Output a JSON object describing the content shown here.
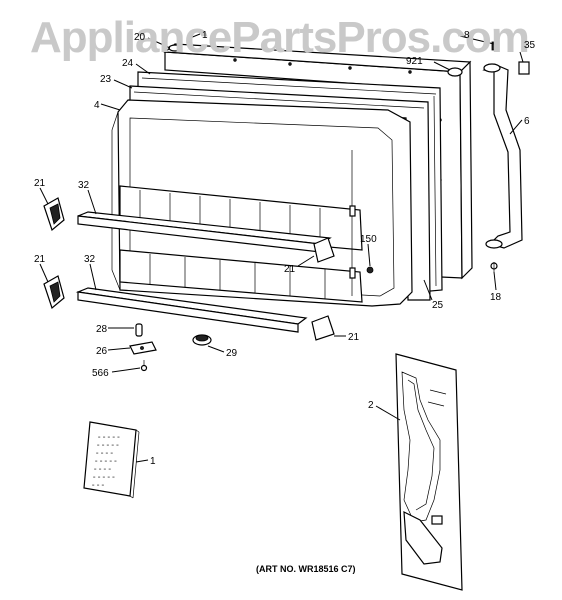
{
  "watermark": "AppliancePartsPros.com",
  "art_number": "(ART NO. WR18516 C7)",
  "callouts": [
    "20",
    "1",
    "8",
    "35",
    "921",
    "24",
    "23",
    "4",
    "6",
    "21",
    "32",
    "150",
    "21",
    "21",
    "32",
    "25",
    "18",
    "28",
    "21",
    "26",
    "29",
    "566",
    "2",
    "1"
  ],
  "book_lines": [
    "= = = = =",
    "= = = = =",
    "= = = =",
    "= = = = =",
    "= = = =",
    "= = = = =",
    "= = ="
  ]
}
